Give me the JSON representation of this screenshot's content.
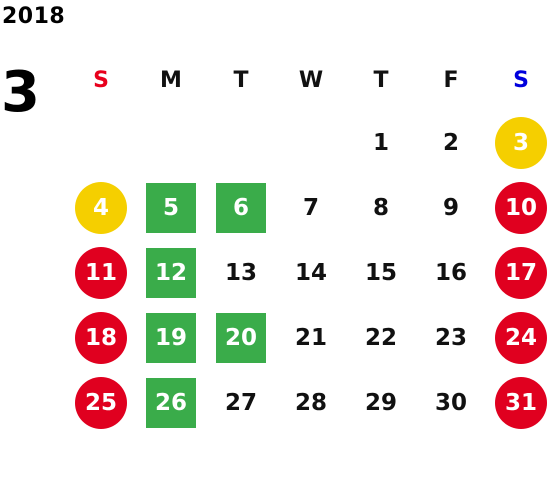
{
  "year": "2018",
  "month": "3",
  "weekdays": [
    {
      "label": "S",
      "color": "#e8001c"
    },
    {
      "label": "M",
      "color": "#111111"
    },
    {
      "label": "T",
      "color": "#111111"
    },
    {
      "label": "W",
      "color": "#111111"
    },
    {
      "label": "T",
      "color": "#111111"
    },
    {
      "label": "F",
      "color": "#111111"
    },
    {
      "label": "S",
      "color": "#0000dd"
    }
  ],
  "colors": {
    "holiday_red": "#e0001f",
    "saturday_yellow": "#f5cf00",
    "green_square": "#3aac4a"
  },
  "weeks": [
    [
      null,
      null,
      null,
      null,
      {
        "day": "1"
      },
      {
        "day": "2"
      },
      {
        "day": "3",
        "mark": "circle",
        "color": "#f5cf00"
      }
    ],
    [
      {
        "day": "4",
        "mark": "circle",
        "color": "#f5cf00"
      },
      {
        "day": "5",
        "mark": "square",
        "color": "#3aac4a"
      },
      {
        "day": "6",
        "mark": "square",
        "color": "#3aac4a"
      },
      {
        "day": "7"
      },
      {
        "day": "8"
      },
      {
        "day": "9"
      },
      {
        "day": "10",
        "mark": "circle",
        "color": "#e0001f"
      }
    ],
    [
      {
        "day": "11",
        "mark": "circle",
        "color": "#e0001f"
      },
      {
        "day": "12",
        "mark": "square",
        "color": "#3aac4a"
      },
      {
        "day": "13"
      },
      {
        "day": "14"
      },
      {
        "day": "15"
      },
      {
        "day": "16"
      },
      {
        "day": "17",
        "mark": "circle",
        "color": "#e0001f"
      }
    ],
    [
      {
        "day": "18",
        "mark": "circle",
        "color": "#e0001f"
      },
      {
        "day": "19",
        "mark": "square",
        "color": "#3aac4a"
      },
      {
        "day": "20",
        "mark": "square",
        "color": "#3aac4a"
      },
      {
        "day": "21"
      },
      {
        "day": "22"
      },
      {
        "day": "23"
      },
      {
        "day": "24",
        "mark": "circle",
        "color": "#e0001f"
      }
    ],
    [
      {
        "day": "25",
        "mark": "circle",
        "color": "#e0001f"
      },
      {
        "day": "26",
        "mark": "square",
        "color": "#3aac4a"
      },
      {
        "day": "27"
      },
      {
        "day": "28"
      },
      {
        "day": "29"
      },
      {
        "day": "30"
      },
      {
        "day": "31",
        "mark": "circle",
        "color": "#e0001f"
      }
    ]
  ]
}
